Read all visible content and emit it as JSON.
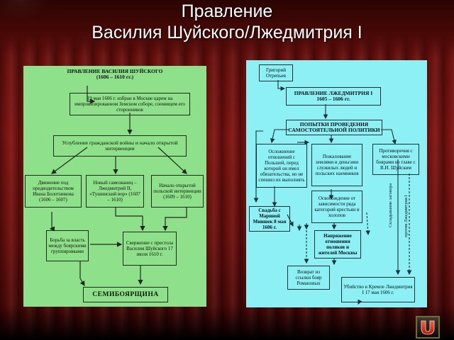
{
  "slide": {
    "title_line1": "Правление",
    "title_line2": "Василия Шуйского/Лжедмитрия I"
  },
  "left_panel": {
    "header": "ПРАВЛЕНИЕ ВАСИЛИЯ ШУЙСКОГО",
    "header_years": "(1606 – 1610 гг.)",
    "election": "19 мая 1606 г. избран в Москве царем на импровизированном Земском соборе, сонмищем его сторонников",
    "escalation": "Углубление гражданской войны и начало открытой интервенции",
    "bolotnikov": "Движение под предводительством Ивана Болотникова (1606 – 1607)",
    "tushino": "Новый самозванец – Лжедмитрий II, «Тушинский вор» (1607 – 1610)",
    "polish": "Начало открытой польской интервенции (1609 – 1610)",
    "struggle": "Борьба за власть между боярскими группировками",
    "deposition": "Свержение с престола Василия Шуйского 17 июля 1610 г.",
    "result": "СЕМИБОЯРЩИНА"
  },
  "right_panel": {
    "otrepyev": "Григорий Отрепьев",
    "header": "ПРАВЛЕНИЕ ЛЖЕДМИТРИЯ I",
    "header_years": "1605 – 1606 гг.",
    "attempts": "ПОПЫТКИ ПРОВЕДЕНИЯ САМОСТОЯТЕЛЬНОЙ ПОЛИТИКИ",
    "poland": "Осложнение отношений с Польшей, перед которой он имел обязательства, но не спешил их выполнять",
    "grants": "Пожалование землями и деньгами служилых людей и польских наемников",
    "contradictions": "Противоречия с московскими боярами во главе с В.И. Шуйским",
    "peasants": "Освобождение от зависимости ряда категорий крестьян и холопов",
    "wedding": "Свадьба с Мариной Мнишек 8 мая 1606 г.",
    "tension": "Напряжение отношения поляков и жителей Москвы",
    "romanovs": "Возврат из ссылки бояр Романовых",
    "murder": "Убийство в Кремле Лжедмитрия I 17 мая 1606 г.",
    "vertical_left": "Складывание заговора",
    "vertical_right": "против Лжедмитрия I"
  },
  "nav": {
    "return_icon": "u-turn-return-icon"
  }
}
